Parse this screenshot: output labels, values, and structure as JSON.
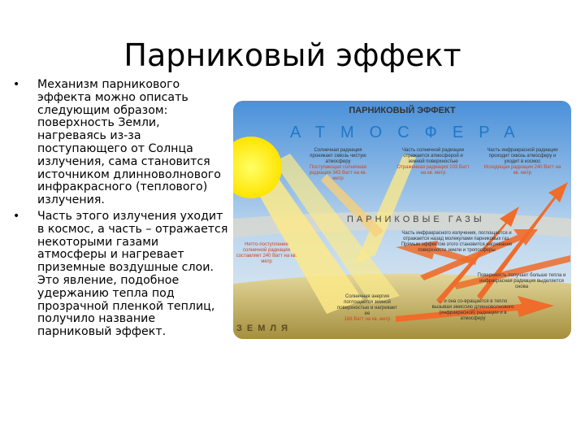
{
  "slide": {
    "title": "Парниковый эффект",
    "bullets": [
      "Механизм парникового эффекта можно описать следующим образом: поверхность Земли, нагреваясь из-за поступающего от Солнца излучения, сама становится источником длинноволнового инфракрасного (теплового) излучения.",
      "Часть этого излучения уходит в космос, а часть – отражается некоторыми газами атмосферы и нагревает приземные воздушные слои. Это явление, подобное удержанию тепла под прозрачной пленкой теплиц, получило название парниковый эффект."
    ]
  },
  "diagram": {
    "title": "ПАРНИКОВЫЙ ЭФФЕКТ",
    "atmosphere": "АТМОСФЕРА",
    "gases": "ПАРНИКОВЫЕ ГАЗЫ",
    "earth": "ЗЕМЛЯ",
    "labels": {
      "solar_in": "Солнечная радиация проникает сквозь чистую атмосферу",
      "solar_in_value": "Поступающая солнечная радиация 343 Ватт на кв. метр",
      "reflected": "Часть солнечной радиации отражается атмосферой и земной поверхностью",
      "reflected_value": "Отраженная радиация 103 Ватт на кв. метр",
      "ir_out": "Часть инфракрасной радиации проходит сквозь атмосферу и уходит в космос",
      "ir_out_value": "Исходящая радиация 240 Ватт на кв. метр",
      "net_in": "Нетто-поступление солнечной радиации составляет 240 Ватт на кв. метр",
      "ir_absorbed": "Часть инфракрасного излучения, поглощается и отражается назад молекулами парниковых газ. Прямым эффектом этого становится нагревание поверхности земли и тропосферы",
      "surface_gain": "Поверхность получает больше тепла и инфракрасная радиация выделяется снова",
      "solar_energy": "Солнечная энергия поглощается земной поверхностью и нагревает ее",
      "solar_energy_value": "168 Ватт на кв. метр",
      "converted": "... и она со-вращается в тепло вызывая эмиссию длинноволнового (инфракрасной) радиации и в атмосферу"
    }
  },
  "colors": {
    "sky_top": "#4a90d9",
    "sky_bottom": "#d6e6f4",
    "sun": "#ffee00",
    "earth": "#c9b56a",
    "arrow_orange": "#ef6c2a",
    "arrow_yellow": "#fbe98a"
  }
}
